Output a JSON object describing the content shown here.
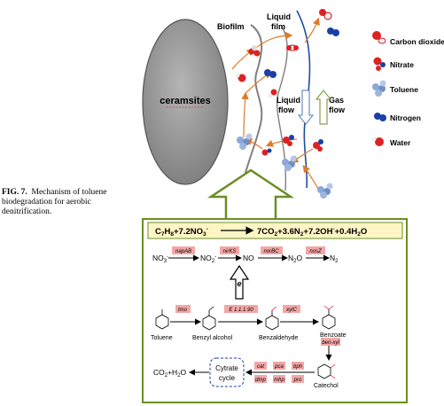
{
  "caption": {
    "label": "FIG. 7.",
    "text": "Mechanism of toluene biodegradation for aerobic denitrification."
  },
  "top": {
    "ceramsites": "ceramsites",
    "biofilm": "Biofilm",
    "liquid_film": [
      "Liquid",
      "film"
    ],
    "liquid_flow": [
      "Liquid",
      "flow"
    ],
    "gas_flow": [
      "Gas",
      "flow"
    ]
  },
  "legend": [
    {
      "label": "Carbon dioxide",
      "icon": "carbon-dioxide-icon"
    },
    {
      "label": "Nitrate",
      "icon": "nitrate-icon"
    },
    {
      "label": "Toluene",
      "icon": "toluene-icon"
    },
    {
      "label": "Nitrogen",
      "icon": "nitrogen-icon"
    },
    {
      "label": "Water",
      "icon": "water-icon"
    }
  ],
  "equation": {
    "left": "C7H8+7.2NO3-",
    "right": "7CO2+3.6N2+7.2OH-+0.4H2O"
  },
  "denitrification": {
    "species": [
      "NO3-",
      "NO2-",
      "NO",
      "N2O",
      "N2"
    ],
    "genes": [
      "napAB",
      "nirKS",
      "norBC",
      "nosZ"
    ]
  },
  "electron": "e",
  "pathway": {
    "compounds": [
      "Toluene",
      "Benzyl alcohol",
      "Benzaldehyde",
      "Benzoate",
      "Catechol"
    ],
    "enzymes": [
      "tmo",
      "E 1.1.1.90",
      "xylC",
      "ben-xyl"
    ],
    "catechol_genes": [
      "cat",
      "pca",
      "bph",
      "dmp",
      "mhp",
      "pro"
    ],
    "cycle": [
      "Cytrate",
      "cycle"
    ],
    "product": "CO2+H2O"
  },
  "colors": {
    "outline": "#6b8e23",
    "box_fill": "#ffffff",
    "equation_fill": "#fdf5c4",
    "gene_fill": "#f4a6a6",
    "ceramsite_fill": "#9a9a9a",
    "arrow_orange": "#e07a28",
    "gas_line": "#1f4e9c"
  }
}
